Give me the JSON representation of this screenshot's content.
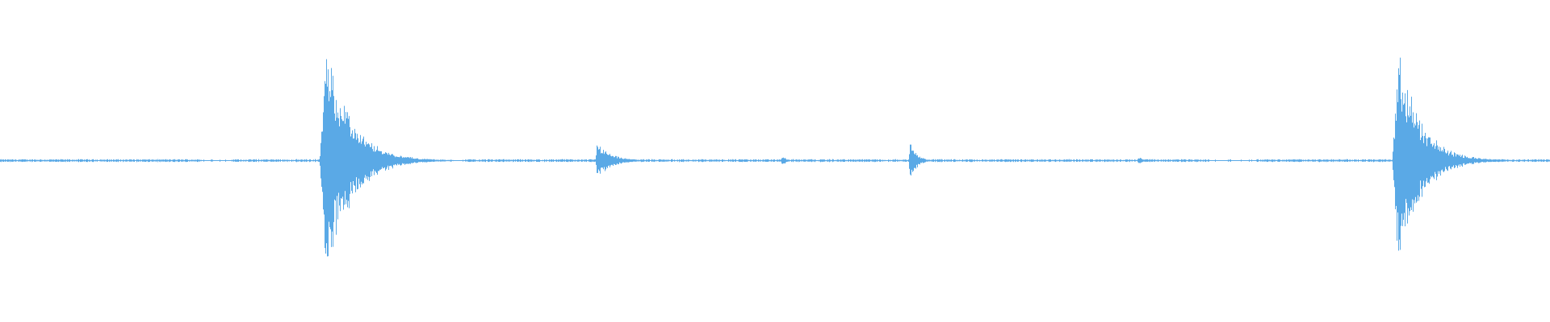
{
  "waveform": {
    "color": "#5aa9e6",
    "duration_fraction_events": [
      {
        "name": "burst-1",
        "position": 0.21,
        "peak_amplitude": 0.68,
        "decay": 0.045,
        "attack": 0.004
      },
      {
        "name": "small-event-1",
        "position": 0.385,
        "peak_amplitude": 0.11,
        "decay": 0.025,
        "attack": 0.001
      },
      {
        "name": "tick-1",
        "position": 0.505,
        "peak_amplitude": 0.03,
        "decay": 0.006,
        "attack": 0.002
      },
      {
        "name": "small-event-2",
        "position": 0.587,
        "peak_amplitude": 0.12,
        "decay": 0.012,
        "attack": 0.001
      },
      {
        "name": "tick-2",
        "position": 0.735,
        "peak_amplitude": 0.025,
        "decay": 0.006,
        "attack": 0.002
      },
      {
        "name": "burst-2",
        "position": 0.902,
        "peak_amplitude": 0.65,
        "decay": 0.04,
        "attack": 0.004
      }
    ],
    "baseline_noise": 0.006,
    "silent_gaps": [
      [
        0.13,
        0.15
      ],
      [
        0.27,
        0.3
      ],
      [
        0.78,
        0.81
      ]
    ]
  }
}
